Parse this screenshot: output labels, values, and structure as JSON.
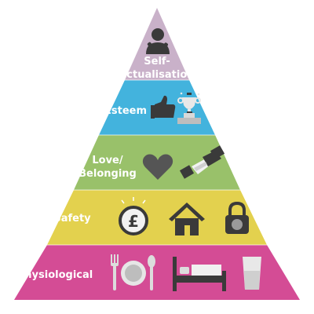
{
  "levels": [
    {
      "key": "self_actualisation",
      "label_line1": "Self-",
      "label_line2": "actualisation",
      "color": "#c9b1c9"
    },
    {
      "key": "esteem",
      "label": "Esteem",
      "color": "#43b3dd"
    },
    {
      "key": "love",
      "label_line1": "Love/",
      "label_line2": "Belonging",
      "color": "#99c16a"
    },
    {
      "key": "safety",
      "label": "Safety",
      "color": "#e3d14e"
    },
    {
      "key": "physiological",
      "label": "Physiological",
      "color": "#d44c95"
    }
  ],
  "icons": {
    "self_actualisation": [
      "person-icon"
    ],
    "esteem": [
      "thumbs-up-icon",
      "trophy-podium-icon"
    ],
    "love": [
      "heart-icon",
      "handshake-icon"
    ],
    "safety": [
      "pound-coin-icon",
      "house-icon",
      "padlock-icon"
    ],
    "physiological": [
      "fork-icon",
      "plate-icon",
      "spoon-icon",
      "bed-icon",
      "glass-icon"
    ]
  },
  "colors": {
    "icon_dark": "#3a3a3a",
    "icon_light": "#f2f2f2",
    "coin_symbol": "£"
  }
}
